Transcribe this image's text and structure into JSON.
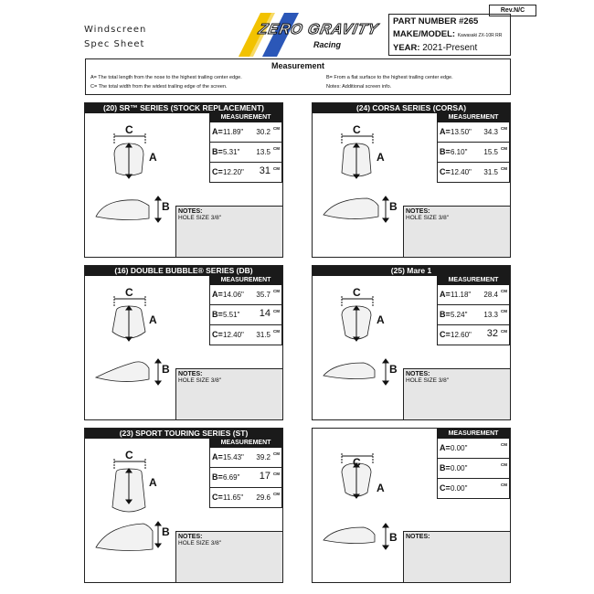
{
  "header": {
    "title_line1": "Windscreen",
    "title_line2": "Spec Sheet",
    "logo_text": "ZERO GRAVITY",
    "logo_sub": "Racing",
    "rev": "Rev.N/C",
    "part_label": "PART NUMBER",
    "part_value": "#265",
    "make_label": "MAKE/MODEL:",
    "make_value": "Kawasaki ZX-10R RR",
    "year_label": "YEAR:",
    "year_value": "2021-Present"
  },
  "measurement": {
    "title": "Measurement",
    "a_def": "A= The total length from the nose to the highest trailing center edge.",
    "c_def": "C= The total width from the widest trailing edge of the screen.",
    "b_def": "B= From a flat surface to the highest trailing center edge.",
    "notes_def": "Notes: Additional screen info."
  },
  "common": {
    "measurement_label": "MEASUREMENT",
    "notes_label": "NOTES:",
    "cm_unit": "CM",
    "label_a": "A",
    "label_b": "B",
    "label_c": "C",
    "key_a": "A=",
    "key_b": "B=",
    "key_c": "C="
  },
  "panels": [
    {
      "title": "(20) SR™ SERIES (STOCK REPLACEMENT)",
      "a_in": "11.89\"",
      "a_cm": "30.2",
      "b_in": "5.31\"",
      "b_cm": "13.5",
      "c_in": "12.20\"",
      "c_cm": "31",
      "note": "HOLE SIZE 3/8\""
    },
    {
      "title": "(24) CORSA SERIES (CORSA)",
      "a_in": "13.50\"",
      "a_cm": "34.3",
      "b_in": "6.10\"",
      "b_cm": "15.5",
      "c_in": "12.40\"",
      "c_cm": "31.5",
      "note": "HOLE SIZE 3/8\""
    },
    {
      "title": "(16) DOUBLE BUBBLE® SERIES (DB)",
      "a_in": "14.06\"",
      "a_cm": "35.7",
      "b_in": "5.51\"",
      "b_cm": "14",
      "c_in": "12.40\"",
      "c_cm": "31.5",
      "note": "HOLE SIZE 3/8\""
    },
    {
      "title": "(25) Mare 1",
      "a_in": "11.18\"",
      "a_cm": "28.4",
      "b_in": "5.24\"",
      "b_cm": "13.3",
      "c_in": "12.60\"",
      "c_cm": "32",
      "note": "HOLE SIZE 3/8\""
    },
    {
      "title": "(23) SPORT TOURING SERIES (ST)",
      "a_in": "15.43\"",
      "a_cm": "39.2",
      "b_in": "6.69\"",
      "b_cm": "17",
      "c_in": "11.65\"",
      "c_cm": "29.6",
      "note": "HOLE SIZE 3/8\""
    },
    {
      "title": "",
      "a_in": "0.00\"",
      "a_cm": "",
      "b_in": "0.00\"",
      "b_cm": "",
      "c_in": "0.00\"",
      "c_cm": "",
      "note": ""
    }
  ]
}
